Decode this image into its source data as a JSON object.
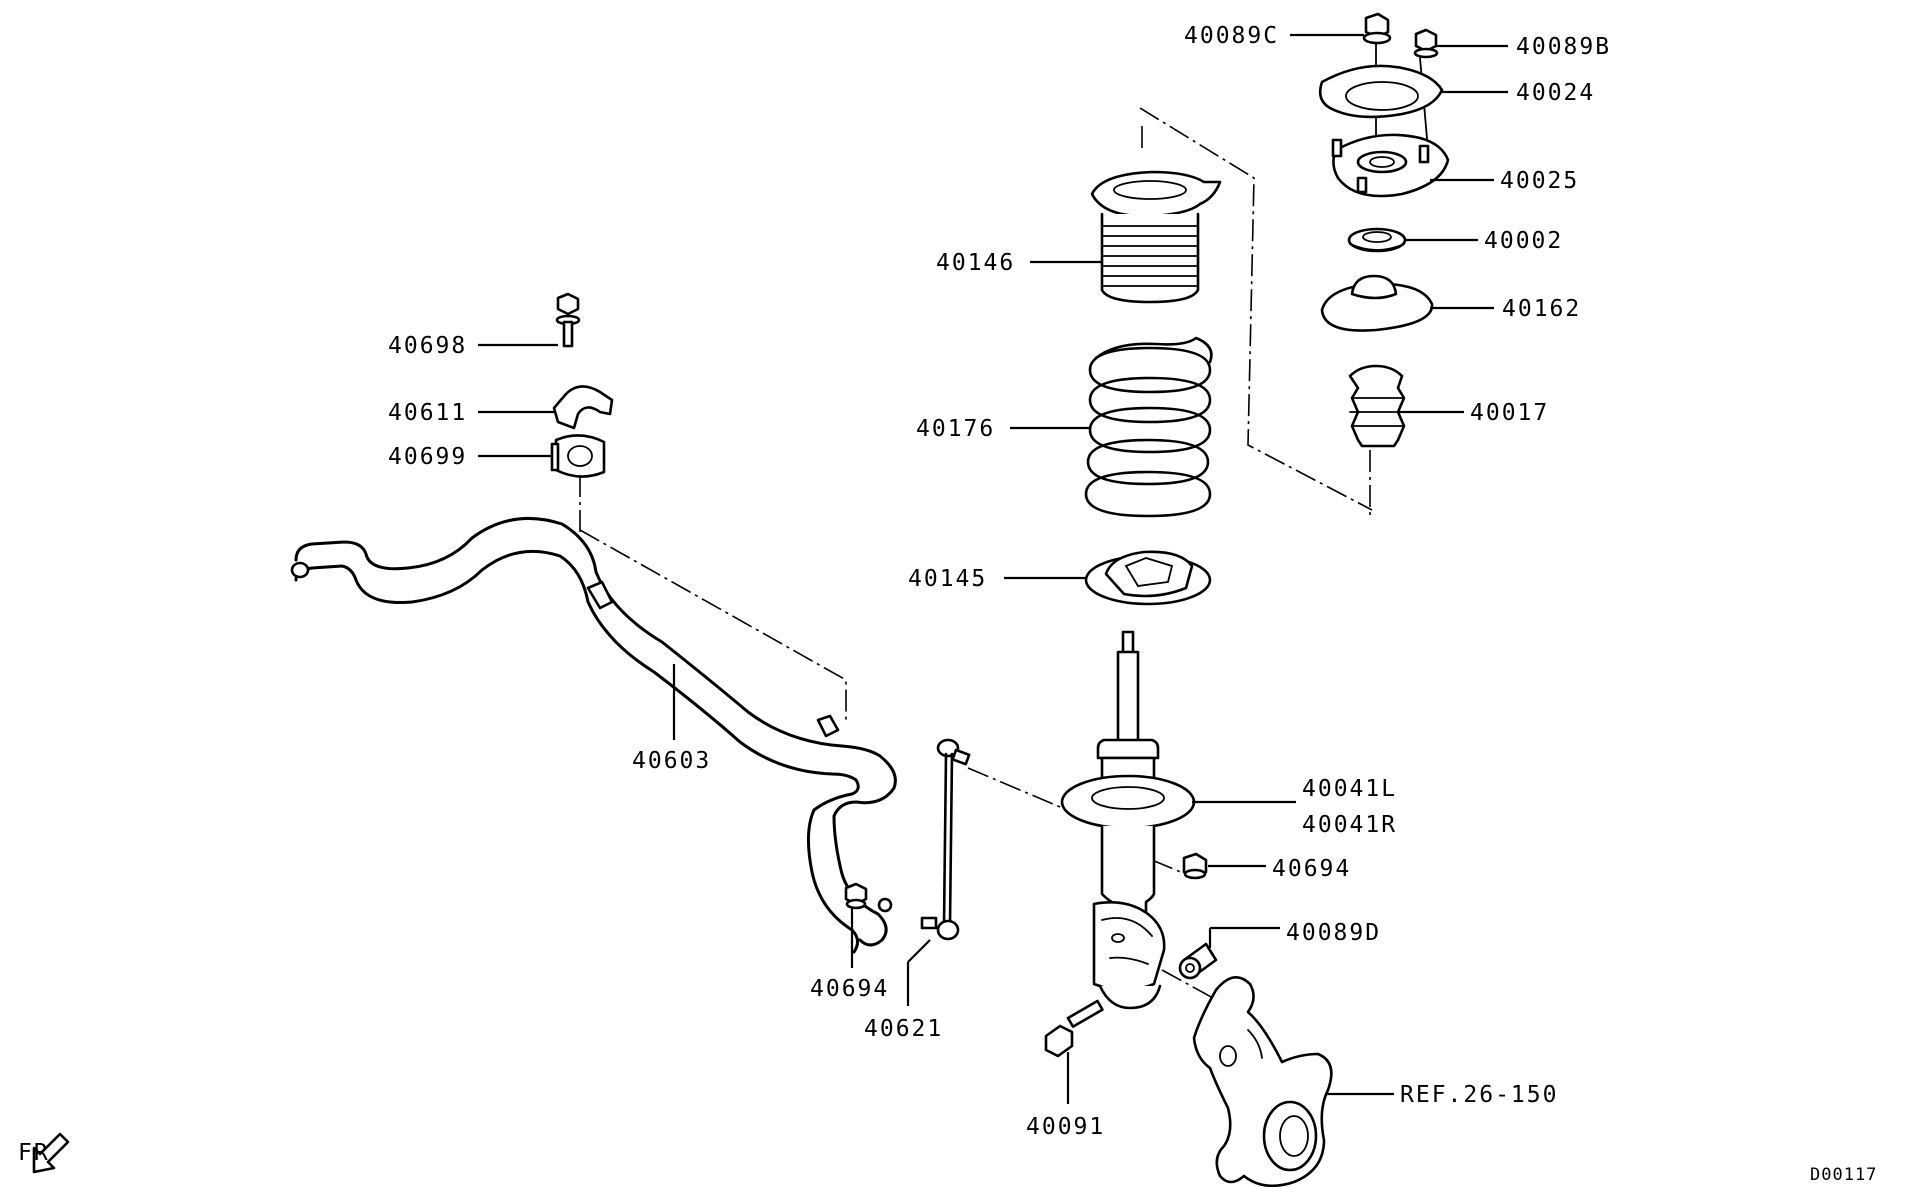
{
  "labels": {
    "p40089C": "40089C",
    "p40089B": "40089B",
    "p40024": "40024",
    "p40025": "40025",
    "p40002": "40002",
    "p40162": "40162",
    "p40017": "40017",
    "p40146": "40146",
    "p40176": "40176",
    "p40145": "40145",
    "p40698": "40698",
    "p40611": "40611",
    "p40699": "40699",
    "p40603": "40603",
    "p40041L": "40041L",
    "p40041R": "40041R",
    "p40694a": "40694",
    "p40694b": "40694",
    "p40089D": "40089D",
    "p40621": "40621",
    "p40091": "40091",
    "ref": "REF.26-150",
    "fr": "FR",
    "code": "D00117"
  }
}
